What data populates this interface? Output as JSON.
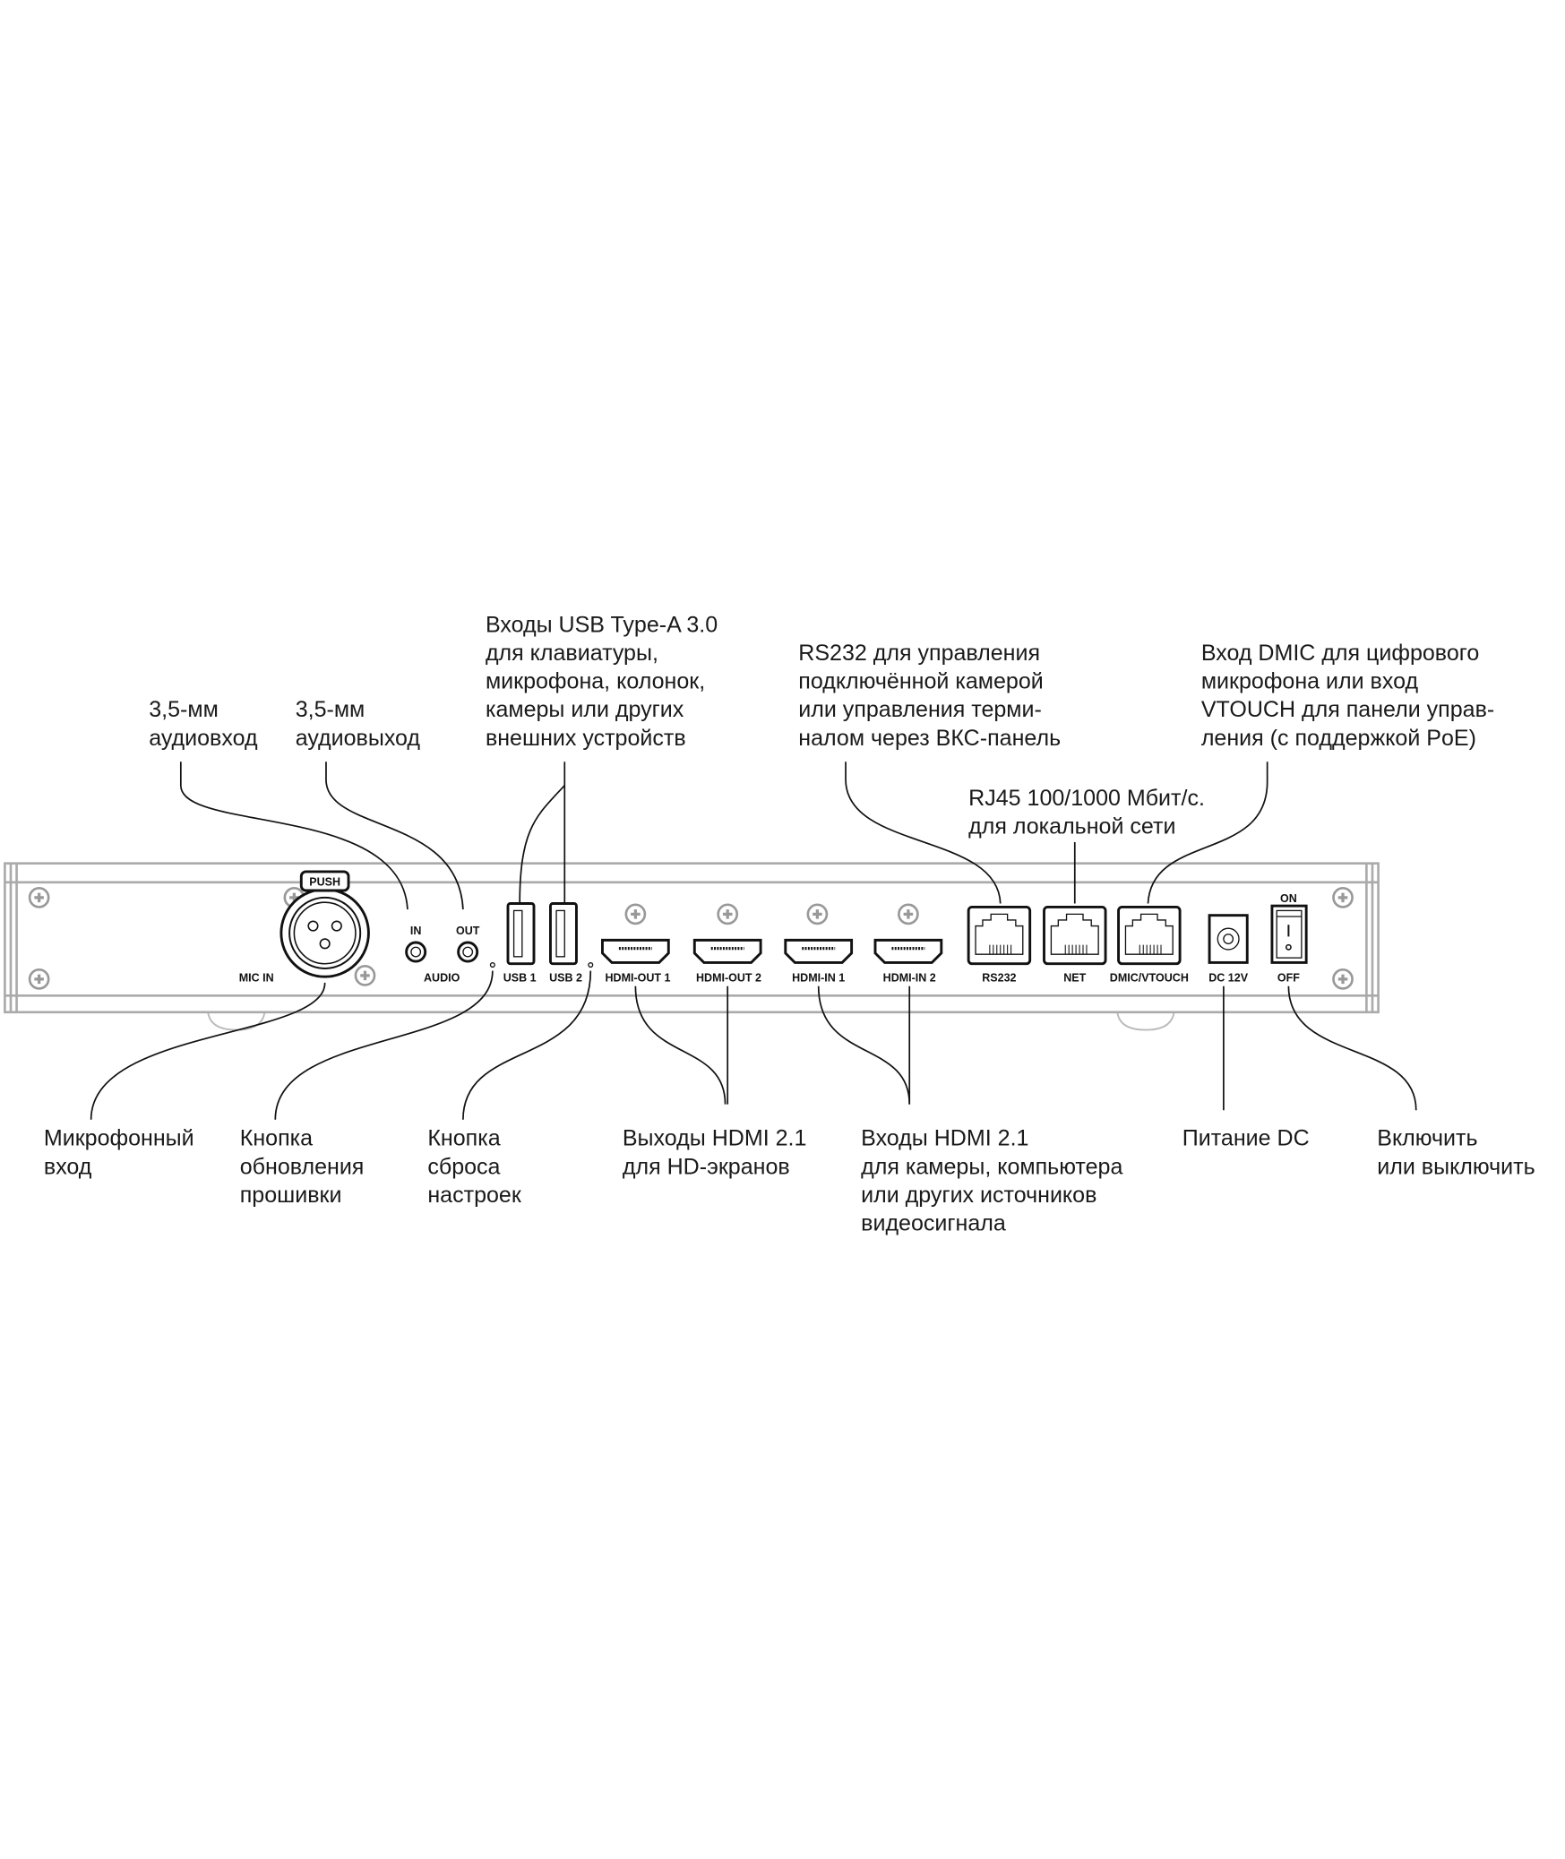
{
  "callouts": {
    "audio_in": [
      "3,5-мм",
      "аудиовход"
    ],
    "audio_out": [
      "3,5-мм",
      "аудиовыход"
    ],
    "usb": [
      "Входы USB Type-A 3.0",
      "для клавиатуры,",
      "микрофона, колонок,",
      "камеры или других",
      "внешних устройств"
    ],
    "rs232": [
      "RS232 для управления",
      "подключённой камерой",
      "или управления терми-",
      "налом через ВКС-панель"
    ],
    "dmic": [
      "Вход DMIC для цифрового",
      "микрофона или вход",
      "VTOUCH для панели управ-",
      "ления (с поддержкой PoE)"
    ],
    "net": [
      "RJ45 100/1000 Мбит/с.",
      "для локальной сети"
    ],
    "mic": [
      "Микрофонный",
      "вход"
    ],
    "firmware": [
      "Кнопка",
      "обновления",
      "прошивки"
    ],
    "reset": [
      "Кнопка",
      "сброса",
      "настроек"
    ],
    "hdmi_out": [
      "Выходы HDMI 2.1",
      "для HD-экранов"
    ],
    "hdmi_in": [
      "Входы HDMI 2.1",
      "для камеры, компьютера",
      "или других источников",
      "видеосигнала"
    ],
    "dc": [
      "Питание DC"
    ],
    "power": [
      "Включить",
      "или выключить"
    ]
  },
  "ports": {
    "push": "PUSH",
    "mic_in": "MIC IN",
    "in": "IN",
    "out": "OUT",
    "audio": "AUDIO",
    "usb1": "USB 1",
    "usb2": "USB 2",
    "hdmi_out1": "HDMI-OUT 1",
    "hdmi_out2": "HDMI-OUT 2",
    "hdmi_in1": "HDMI-IN 1",
    "hdmi_in2": "HDMI-IN 2",
    "rs232": "RS232",
    "net": "NET",
    "dmic": "DMIC/VTOUCH",
    "dc": "DC 12V",
    "on": "ON",
    "off": "OFF"
  }
}
